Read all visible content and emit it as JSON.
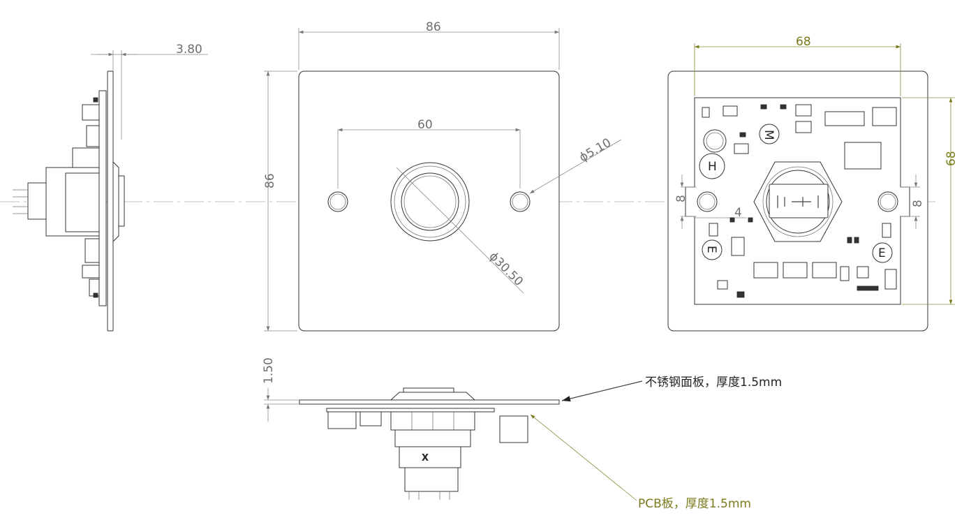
{
  "dimensions": {
    "side_thickness": "3.80",
    "front_width": "86",
    "front_height": "86",
    "hole_spacing": "60",
    "hole_diameter": "5.10",
    "button_diameter": "30.50",
    "back_width": "68",
    "back_height": "68",
    "hole_offset_left": "8",
    "hole_offset_right": "8",
    "hole_offset_small": "4",
    "panel_thickness": "1.50"
  },
  "notes": {
    "panel_note": "不锈钢面板，厚度1.5mm",
    "pcb_note": "PCB板，厚度1.5mm"
  },
  "symbols": {
    "diameter": "ϕ"
  },
  "pcb_labels": {
    "component_h": "H",
    "component_e": "E",
    "component_m": "M"
  },
  "colors": {
    "dimension_gray": "#6e6e6e",
    "dimension_olive": "#7a7a1a",
    "outline": "#333333"
  }
}
